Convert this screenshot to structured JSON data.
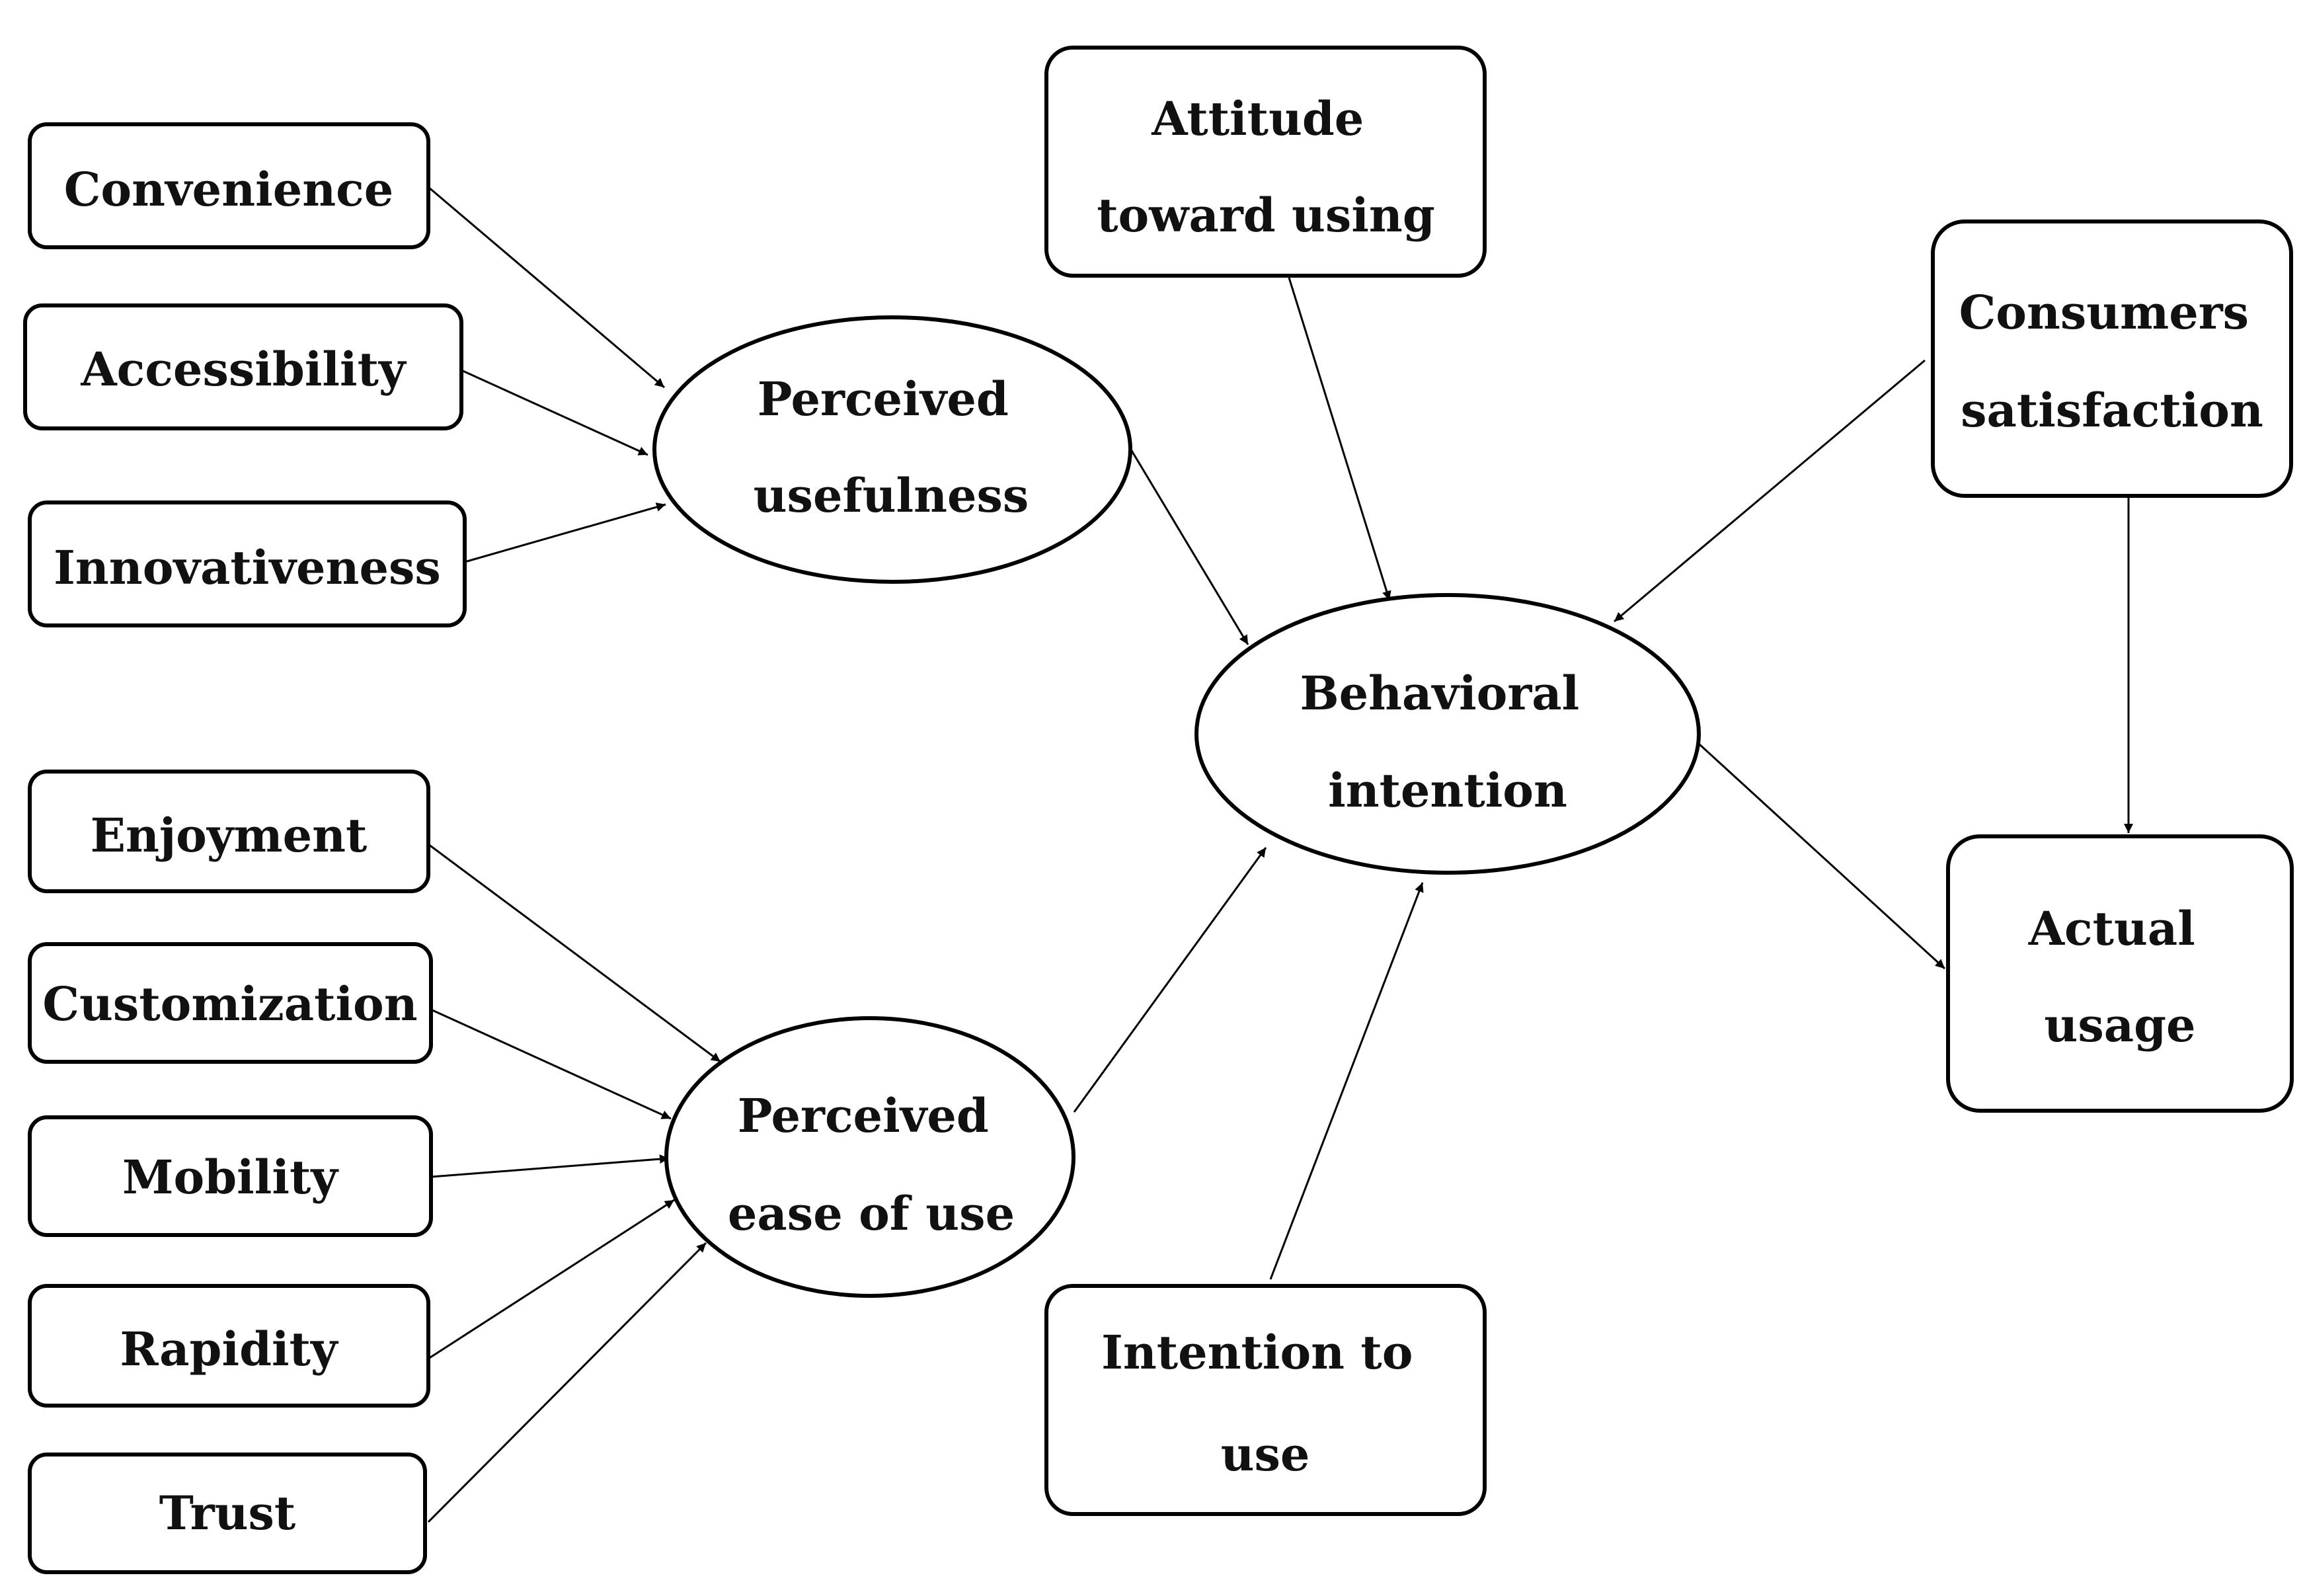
{
  "nodes": {
    "convenience": {
      "lines": [
        "Convenience"
      ]
    },
    "accessibility": {
      "lines": [
        "Accessibility"
      ]
    },
    "innovativeness": {
      "lines": [
        "Innovativeness"
      ]
    },
    "enjoyment": {
      "lines": [
        "Enjoyment"
      ]
    },
    "customization": {
      "lines": [
        "Customization"
      ]
    },
    "mobility": {
      "lines": [
        "Mobility"
      ]
    },
    "rapidity": {
      "lines": [
        "Rapidity"
      ]
    },
    "trust": {
      "lines": [
        "Trust"
      ]
    },
    "perceived_usefulness": {
      "lines": [
        "Perceived",
        "usefulness"
      ]
    },
    "perceived_ease_of_use": {
      "lines": [
        "Perceived",
        "ease of use"
      ]
    },
    "attitude_toward_using": {
      "lines": [
        "Attitude",
        "toward using"
      ]
    },
    "behavioral_intention": {
      "lines": [
        "Behavioral",
        "intention"
      ]
    },
    "intention_to_use": {
      "lines": [
        "Intention to",
        "use"
      ]
    },
    "consumers_satisfaction": {
      "lines": [
        "Consumers",
        "satisfaction"
      ]
    },
    "actual_usage": {
      "lines": [
        "Actual",
        "usage"
      ]
    }
  },
  "edges": [
    {
      "from": "convenience",
      "to": "perceived_usefulness"
    },
    {
      "from": "accessibility",
      "to": "perceived_usefulness"
    },
    {
      "from": "innovativeness",
      "to": "perceived_usefulness"
    },
    {
      "from": "enjoyment",
      "to": "perceived_ease_of_use"
    },
    {
      "from": "customization",
      "to": "perceived_ease_of_use"
    },
    {
      "from": "mobility",
      "to": "perceived_ease_of_use"
    },
    {
      "from": "rapidity",
      "to": "perceived_ease_of_use"
    },
    {
      "from": "trust",
      "to": "perceived_ease_of_use"
    },
    {
      "from": "perceived_usefulness",
      "to": "behavioral_intention"
    },
    {
      "from": "perceived_ease_of_use",
      "to": "behavioral_intention"
    },
    {
      "from": "attitude_toward_using",
      "to": "behavioral_intention"
    },
    {
      "from": "intention_to_use",
      "to": "behavioral_intention"
    },
    {
      "from": "consumers_satisfaction",
      "to": "behavioral_intention"
    },
    {
      "from": "behavioral_intention",
      "to": "actual_usage"
    },
    {
      "from": "consumers_satisfaction",
      "to": "actual_usage"
    }
  ]
}
